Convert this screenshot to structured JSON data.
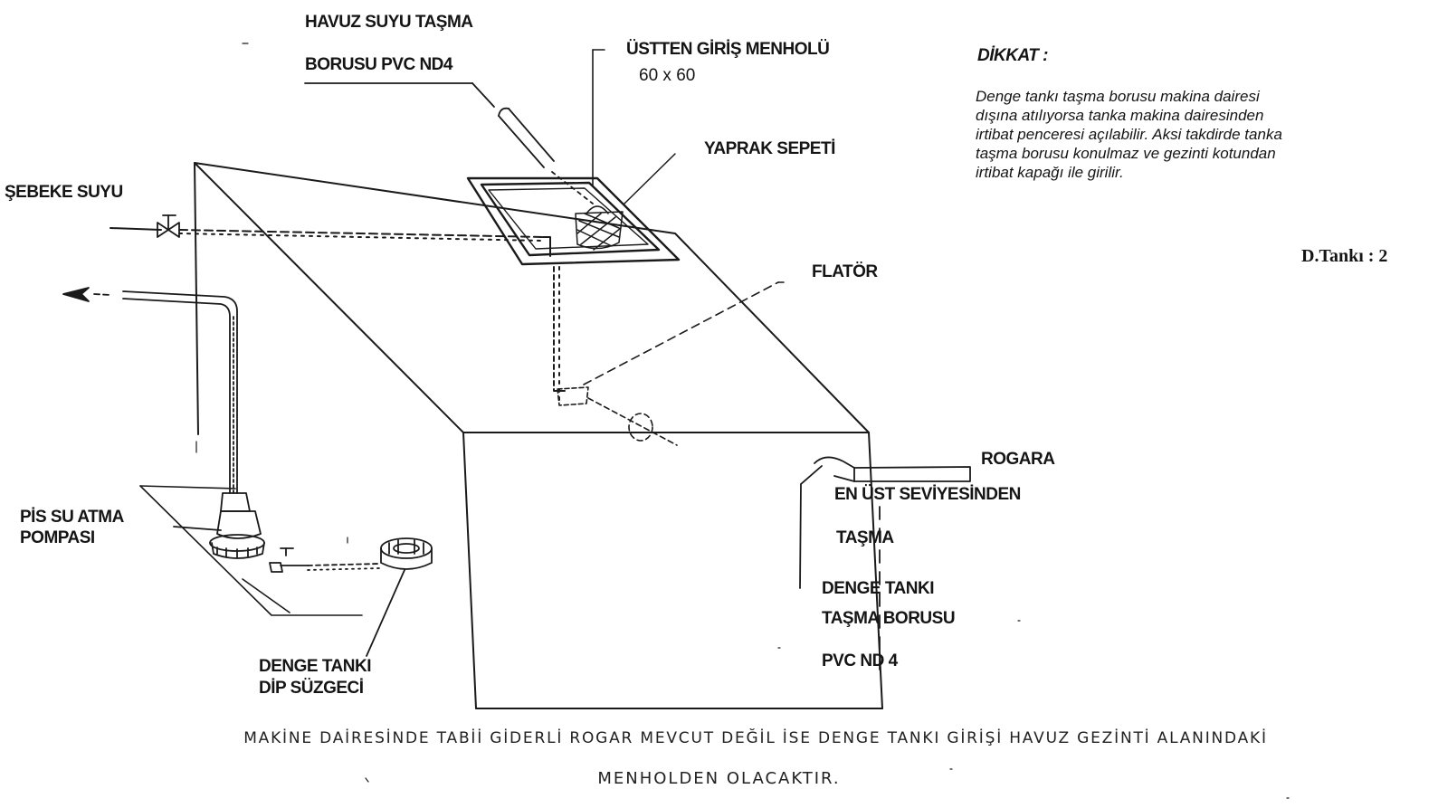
{
  "labels": {
    "overflow_pipe_line1": "HAVUZ SUYU TAŞMA",
    "overflow_pipe_line2": "BORUSU PVC ND4",
    "manhole_title": "ÜSTTEN GİRİŞ MENHOLÜ",
    "manhole_size": "60 x 60",
    "leaf_basket": "YAPRAK SEPETİ",
    "mains_water": "ŞEBEKE SUYU",
    "float_valve": "FLATÖR",
    "to_manhole": "ROGARA",
    "top_level_line1": "EN ÜST SEVİYESİNDEN",
    "top_level_line2": "TAŞMA",
    "tank_overflow_line1": "DENGE TANKI",
    "tank_overflow_line2": "TAŞMA BORUSU",
    "tank_overflow_line3": "PVC ND 4",
    "drain_pump_line1": "PİS SU ATMA",
    "drain_pump_line2": "POMPASI",
    "bottom_strainer_line1": "DENGE TANKI",
    "bottom_strainer_line2": "DİP SÜZGECİ"
  },
  "notice": {
    "title": "DİKKAT :",
    "lines": [
      "Denge tankı taşma borusu makina dairesi",
      "dışına atılıyorsa tanka makina dairesinden",
      "irtibat penceresi açılabilir. Aksi takdirde tanka",
      "taşma borusu konulmaz ve gezinti kotundan",
      "irtibat kapağı ile girilir."
    ]
  },
  "tank_ref": "D.Tankı : 2",
  "footer": {
    "line1": "MAKİNE DAİRESİNDE TABİİ GİDERLİ ROGAR  MEVCUT DEĞİL İSE DENGE TANKI GİRİŞİ HAVUZ GEZİNTİ ALANINDAKİ",
    "line2": "MENHOLDEN OLACAKTIR."
  }
}
